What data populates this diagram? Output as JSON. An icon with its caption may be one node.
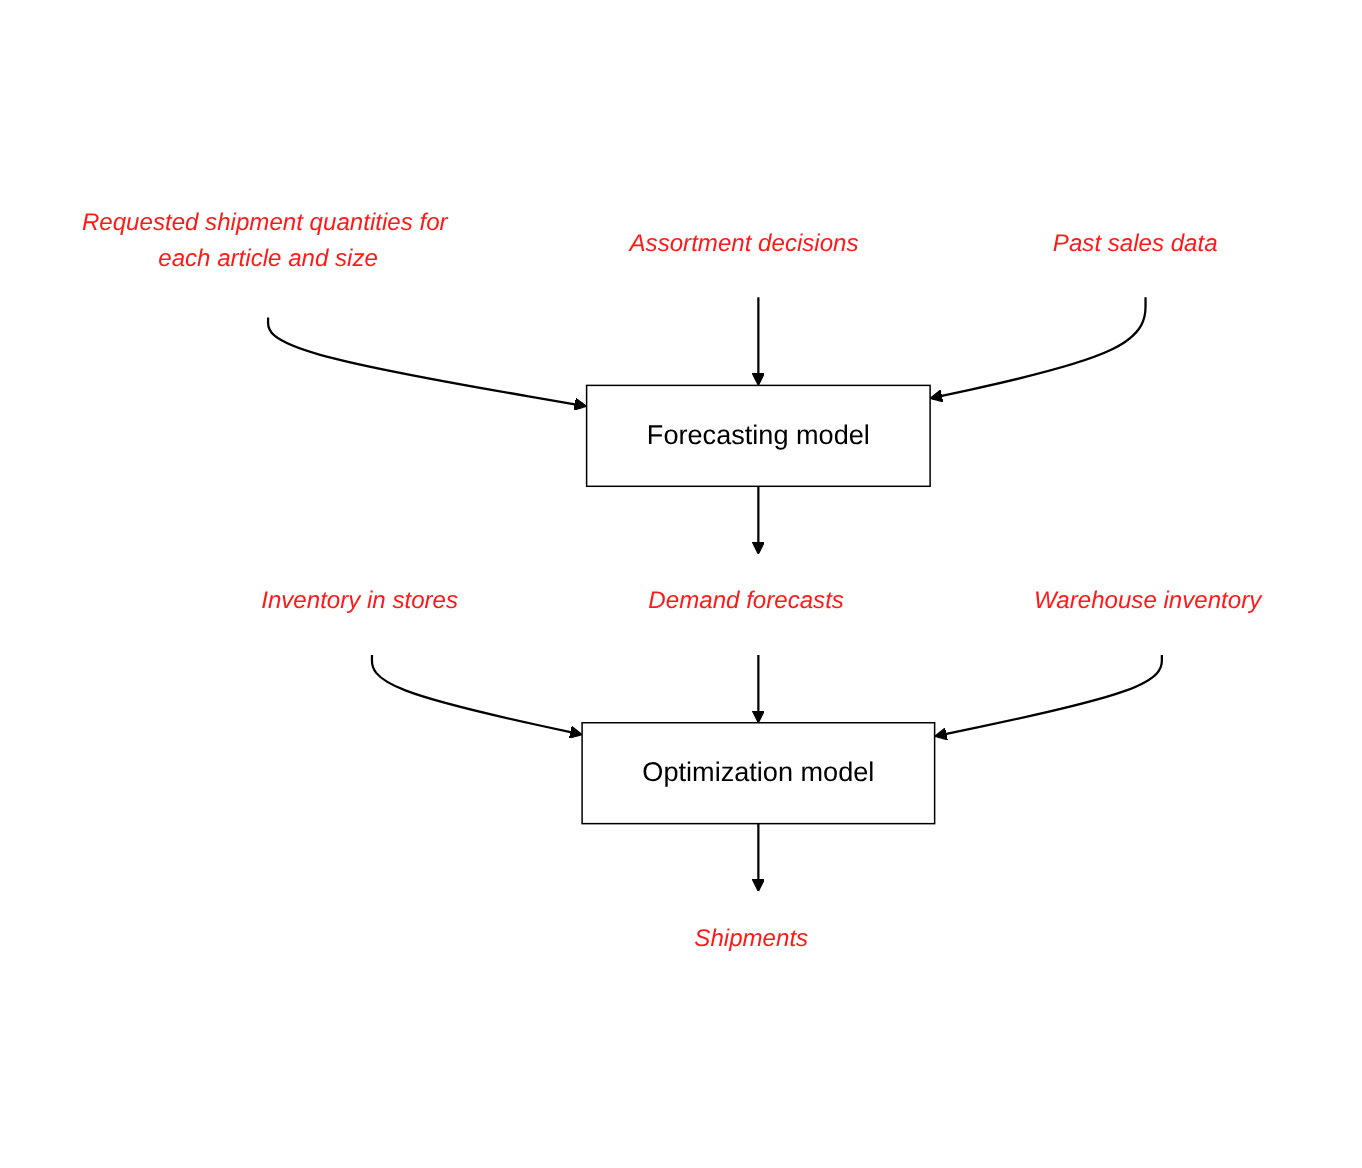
{
  "diagram": {
    "nodes": [
      {
        "text": [
          "Assortment decisions"
        ]
      },
      {
        "text": [
          "Requested shipment quantities for each article and size"
        ]
      },
      {
        "text": [
          "Past sales data"
        ]
      },
      {
        "text": [
          "Forecasting model"
        ]
      },
      {
        "text": [
          "Inventory in stores"
        ]
      },
      {
        "text": [
          "Demand forecasts"
        ]
      },
      {
        "text": [
          "Warehouse inventory"
        ]
      },
      {
        "text": [
          "Optimization model"
        ]
      },
      {
        "text": [
          "Shipments"
        ]
      }
    ],
    "edges": [
      {
        "from": 1,
        "to": 3,
        "arrow": "to"
      },
      {
        "from": 0,
        "to": 3,
        "arrow": "to"
      },
      {
        "from": 2,
        "to": 3,
        "arrow": "to"
      },
      {
        "from": 3,
        "to": 5,
        "arrow": "to"
      },
      {
        "from": 4,
        "to": 7,
        "arrow": "to"
      },
      {
        "from": 5,
        "to": 7,
        "arrow": "to"
      },
      {
        "from": 6,
        "to": 7,
        "arrow": "to"
      },
      {
        "from": 7,
        "to": 8,
        "arrow": "to"
      }
    ]
  }
}
